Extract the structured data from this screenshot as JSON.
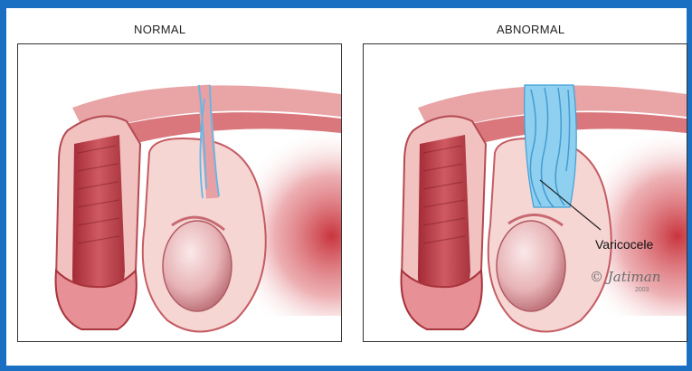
{
  "panels": [
    {
      "title": "NORMAL"
    },
    {
      "title": "ABNORMAL",
      "callout_label": "Varicocele",
      "signature": "© Jatiman",
      "signature_year": "2003"
    }
  ],
  "colors": {
    "background": "#1a6fc2",
    "tissue": "#d9777c",
    "tissue_dark": "#a8343d",
    "skin": "#f3c7c3",
    "vein": "#5fb8e8",
    "testis": "#f0c8c8"
  }
}
